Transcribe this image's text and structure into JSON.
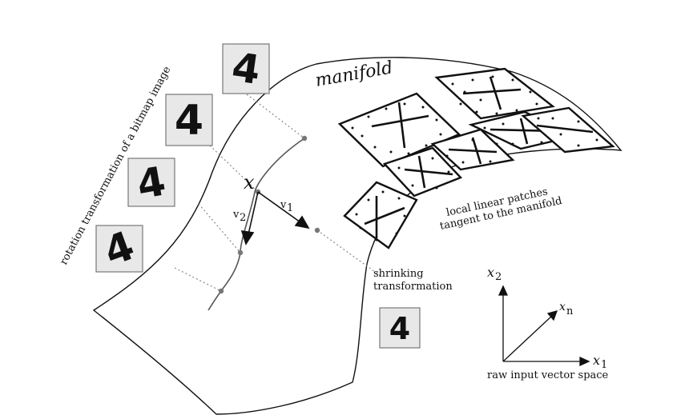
{
  "labels": {
    "manifold": "manifold",
    "rotation": "rotation transformation of a bitmap image",
    "patches_line1": "local linear patches",
    "patches_line2": "tangent to the manifold",
    "shrink_line1": "shrinking",
    "shrink_line2": "transformation",
    "point_x": "x",
    "v1": "v",
    "v1_sub": "1",
    "v2": "v",
    "v2_sub": "2",
    "axis_x1": "x",
    "axis_x1_sub": "1",
    "axis_x2": "x",
    "axis_x2_sub": "2",
    "axis_xn": "x",
    "axis_xn_sub": "n",
    "space": "raw input vector space"
  },
  "digit_images": [
    "4",
    "4",
    "4",
    "4",
    "4"
  ],
  "colors": {
    "ink": "#111111",
    "dotted": "#888888",
    "box_fill": "#e8e8e8",
    "surface_fill": "#ffffff"
  }
}
